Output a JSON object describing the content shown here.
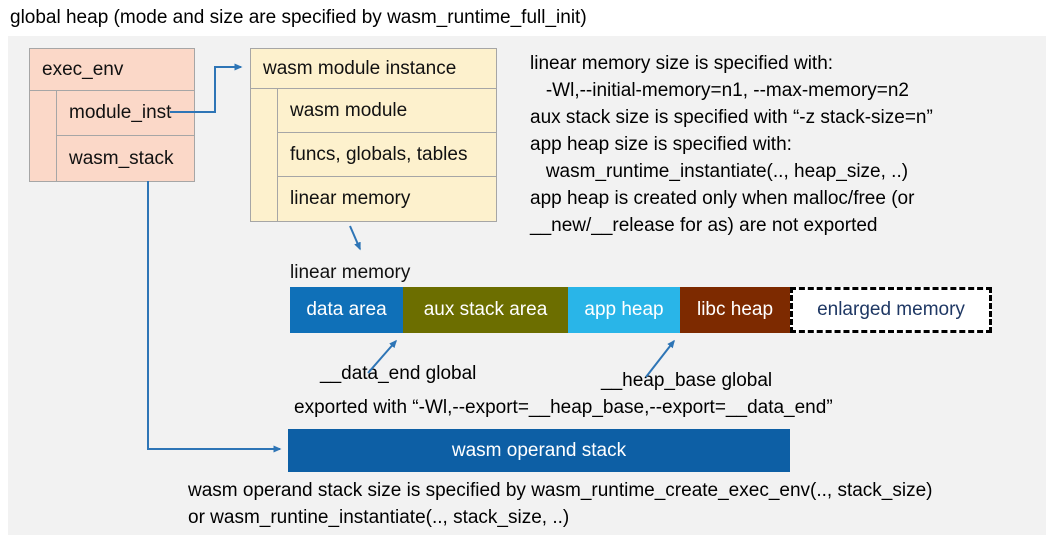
{
  "title": "global heap (mode and size are specified by wasm_runtime_full_init)",
  "exec_env": {
    "header": "exec_env",
    "rows": [
      "module_inst",
      "wasm_stack"
    ]
  },
  "module_instance": {
    "header": "wasm module instance",
    "rows": [
      "wasm module",
      "funcs, globals, tables",
      "linear memory"
    ]
  },
  "notes": {
    "lines": [
      "linear memory size is specified with:",
      "   -Wl,--initial-memory=n1, --max-memory=n2",
      "aux stack size is specified with “-z stack-size=n”",
      "app heap size is specified with:",
      "   wasm_runtime_instantiate(.., heap_size, ..)",
      "app heap is created only when malloc/free (or",
      "__new/__release for as) are not exported"
    ]
  },
  "linear_memory": {
    "label": "linear memory",
    "segments": [
      {
        "label": "data area",
        "color": "#0f70b8",
        "text_color": "#ffffff"
      },
      {
        "label": "aux stack area",
        "color": "#6c6e00",
        "text_color": "#ffffff"
      },
      {
        "label": "app heap",
        "color": "#29b5e8",
        "text_color": "#ffffff"
      },
      {
        "label": "libc heap",
        "color": "#7d2a00",
        "text_color": "#ffffff"
      },
      {
        "label": "enlarged memory",
        "color": "#ffffff",
        "text_color": "#1f3864"
      }
    ]
  },
  "annotations": {
    "data_end": "__data_end global",
    "heap_base": "__heap_base global",
    "exported": "exported with “-Wl,--export=__heap_base,--export=__data_end”"
  },
  "operand_stack": {
    "label": "wasm operand stack",
    "color": "#0d5fa5",
    "note_lines": [
      "wasm operand stack size is specified by wasm_runtime_create_exec_env(.., stack_size)",
      "or wasm_runtine_instantiate(.., stack_size, ..)"
    ]
  },
  "colors": {
    "panel_bg": "#f2f2f2",
    "exec_env_fill": "#fbd8c8",
    "module_instance_fill": "#fdf1cd",
    "box_border": "#a6a6a6",
    "connector_blue": "#2e75b6",
    "text": "#000000"
  }
}
